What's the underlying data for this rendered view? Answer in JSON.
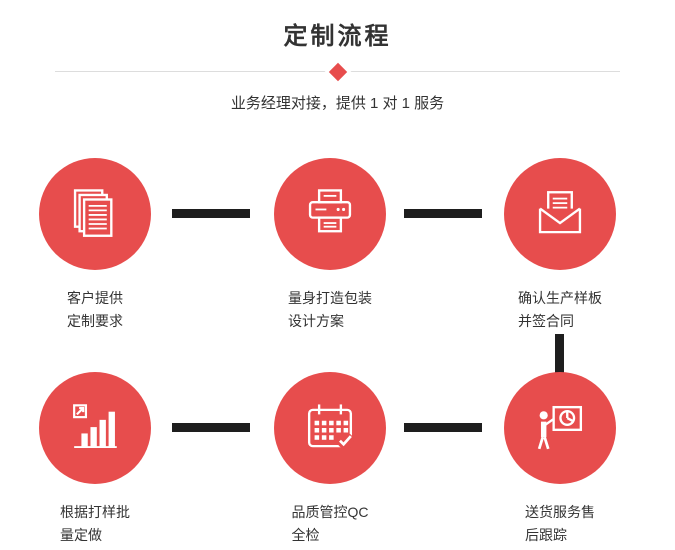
{
  "header": {
    "title": "定制流程",
    "subtitle": "业务经理对接，提供 1 对 1 服务"
  },
  "colors": {
    "accent_red": "#e74d4d",
    "connector_dark": "#1e1e1e",
    "text": "#333333",
    "divider": "#dddddd",
    "icon_stroke": "#ffffff"
  },
  "steps": [
    {
      "icon": "documents-icon",
      "label_line1": "客户提供",
      "label_line2": "定制要求"
    },
    {
      "icon": "printer-icon",
      "label_line1": "量身打造包装",
      "label_line2": "设计方案"
    },
    {
      "icon": "envelope-icon",
      "label_line1": "确认生产样板",
      "label_line2": "并签合同"
    },
    {
      "icon": "bar-chart-icon",
      "label_line1": "根据打样批",
      "label_line2": "量定做"
    },
    {
      "icon": "calendar-icon",
      "label_line1": "品质管控QC",
      "label_line2": "全检"
    },
    {
      "icon": "presentation-icon",
      "label_line1": "送货服务售",
      "label_line2": "后跟踪"
    }
  ]
}
